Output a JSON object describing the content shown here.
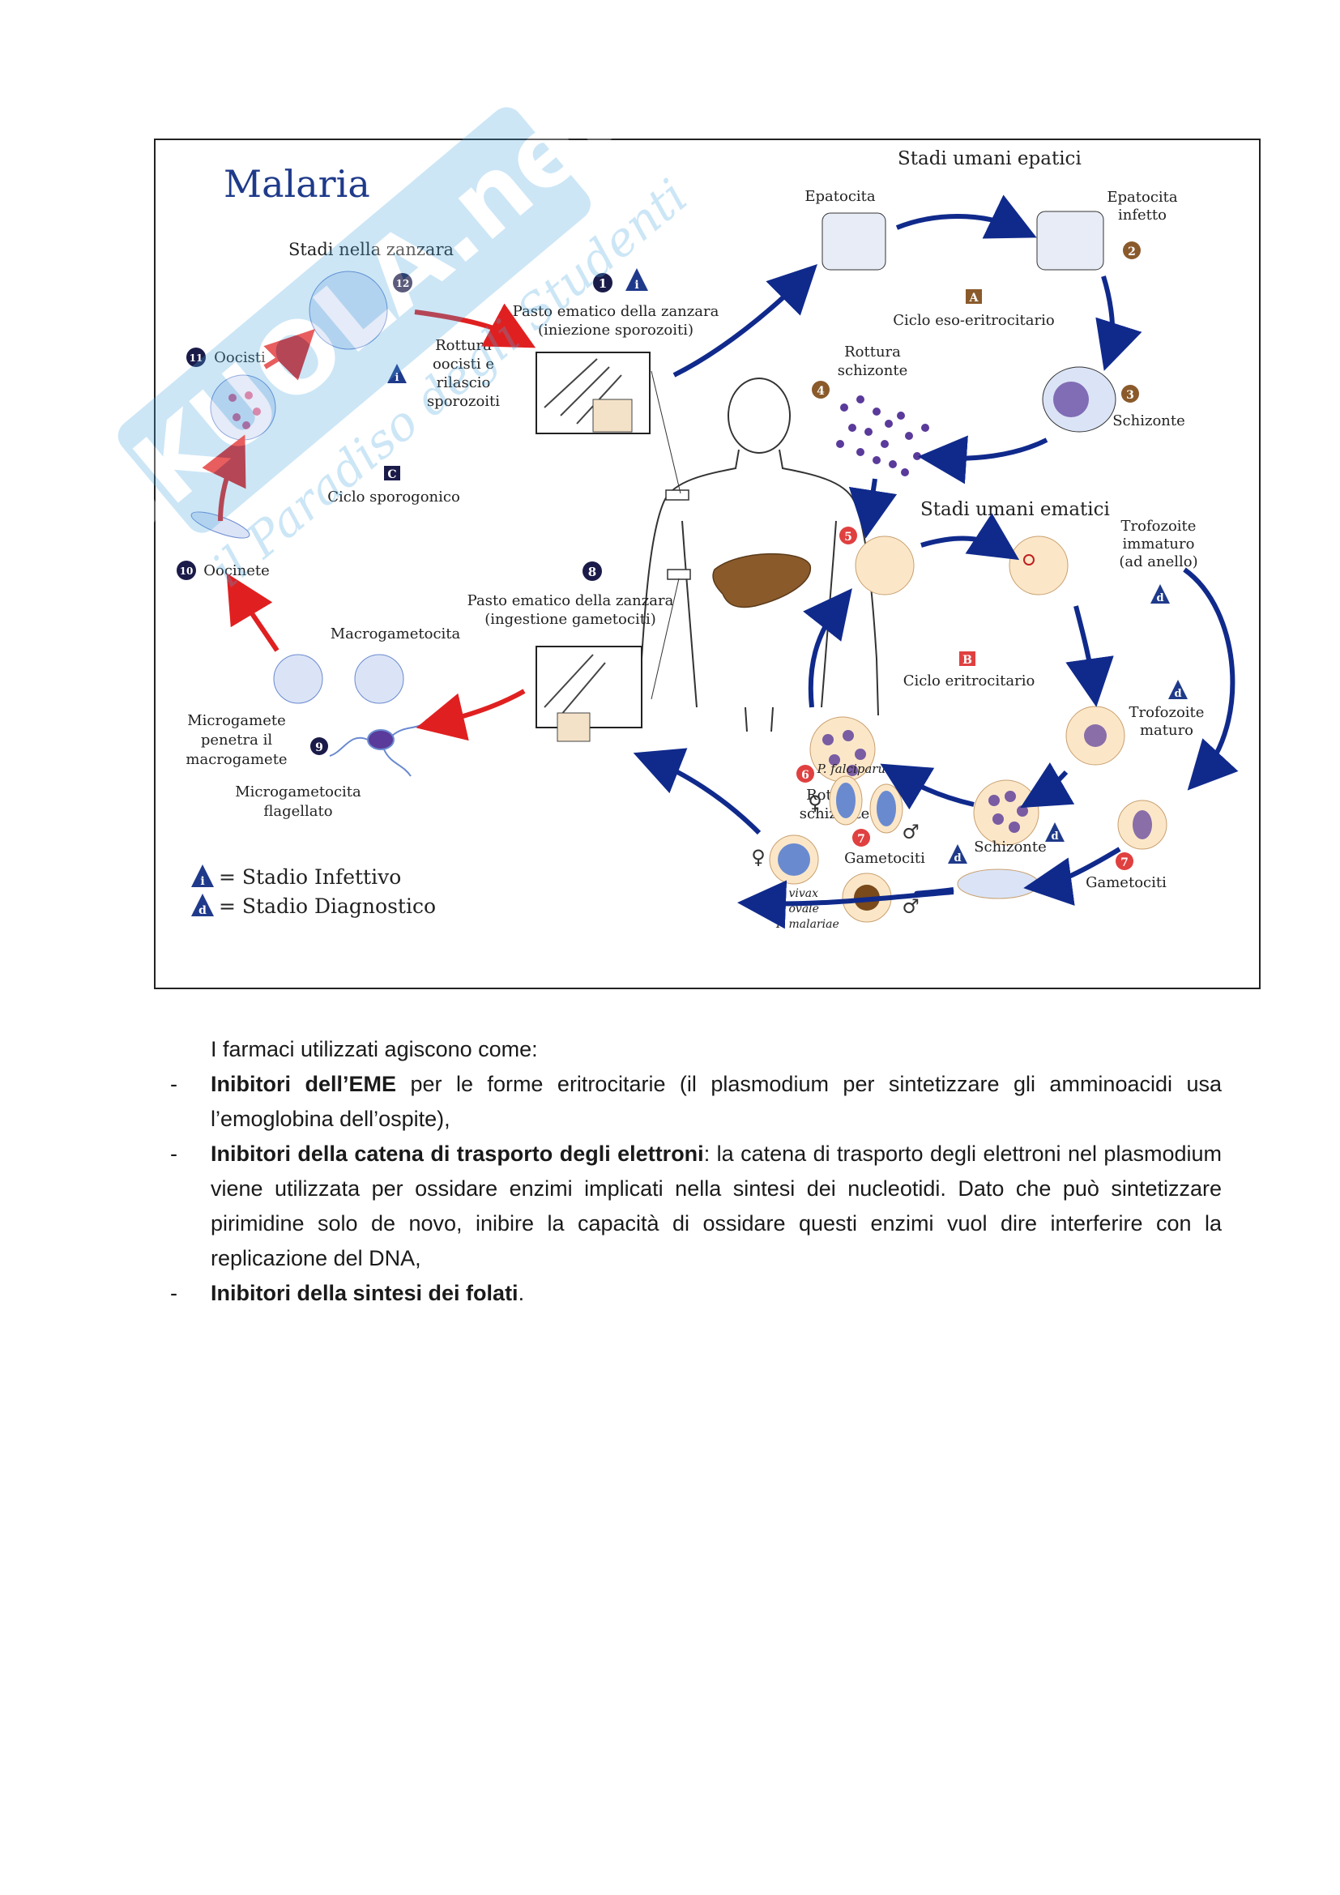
{
  "figure": {
    "title": "Malaria",
    "sections": {
      "mosquito": "Stadi nella zanzara",
      "liver": "Stadi umani epatici",
      "blood": "Stadi umani ematici"
    },
    "cycles": {
      "A": {
        "letter": "A",
        "label": "Ciclo eso-eritrocitario"
      },
      "B": {
        "letter": "B",
        "label": "Ciclo eritrocitario"
      },
      "C": {
        "letter": "C",
        "label": "Ciclo sporogonico"
      }
    },
    "step1": {
      "num": "1",
      "line1": "Pasto ematico della zanzara",
      "line2": "(iniezione sporozoiti)"
    },
    "step8": {
      "num": "8",
      "line1": "Pasto ematico della zanzara",
      "line2": "(ingestione gametociti)"
    },
    "epatocita": "Epatocita",
    "epatocita_infetto": [
      "Epatocita",
      "infetto"
    ],
    "num2": "2",
    "num3": "3",
    "schizonte_liver": "Schizonte",
    "num4": "4",
    "rottura_schizonte_liver": [
      "Rottura",
      "schizonte"
    ],
    "num5": "5",
    "trofozoite_immaturo": [
      "Trofozoite",
      "immaturo",
      "(ad anello)"
    ],
    "trofozoite_maturo": [
      "Trofozoite",
      "maturo"
    ],
    "schizonte_blood": "Schizonte",
    "num6": "6",
    "rottura_schizonte_blood": [
      "Rottura",
      "schizonte"
    ],
    "num7a": "7",
    "gametociti_right": "Gametociti",
    "num7b": "7",
    "gametociti_left": "Gametociti",
    "p_falciparum": "P. falciparum",
    "p_others": [
      "P. vivax",
      "P. ovale",
      "P. malariae"
    ],
    "female_symbol": "♀",
    "male_symbol": "♂",
    "num9": "9",
    "microgamete": [
      "Microgamete",
      "penetra il",
      "macrogamete"
    ],
    "macrogametocita": "Macrogametocita",
    "microgametocita": [
      "Microgametocita",
      "flagellato"
    ],
    "num10": "10",
    "oocinete": "Oocinete",
    "num11": "11",
    "oocisti": "Oocisti",
    "num12": "12",
    "rottura_oocisti": [
      "Rottura",
      "oocisti e",
      "rilascio",
      "sporozoiti"
    ],
    "infective_letter": "i",
    "diagnostic_letter": "d",
    "legend": {
      "infective": "= Stadio Infettivo",
      "diagnostic": "= Stadio Diagnostico"
    },
    "colors": {
      "red_arrow": "#e02020",
      "blue_arrow": "#102a8c",
      "liver": "#8a5a2b",
      "cell": "#fbe7c8",
      "parasite": "#5a3a9a"
    }
  },
  "text": {
    "intro": "I farmaci utilizzati agiscono come:",
    "dash": "-",
    "bullets": [
      {
        "bold": "Inibitori dell’EME",
        "rest": " per le forme eritrocitarie (il plasmodium per sintetizzare gli amminoacidi usa l’emoglobina dell’ospite),"
      },
      {
        "bold": "Inibitori della catena di trasporto degli elettroni",
        "rest": ": la catena di trasporto degli elettroni nel plasmodium viene utilizzata per ossidare enzimi implicati nella sintesi dei nucleotidi. Dato che può sintetizzare pirimidine solo de novo, inibire la capacità di ossidare questi enzimi vuol dire interferire con la replicazione del DNA,"
      },
      {
        "bold": "Inibitori della sintesi dei folati",
        "rest": "."
      }
    ]
  }
}
